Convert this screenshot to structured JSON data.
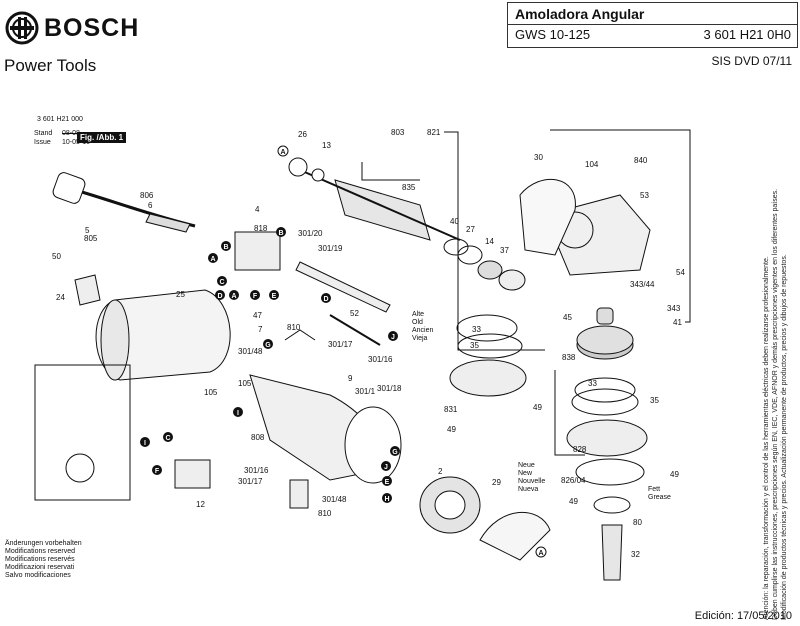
{
  "brand": "BOSCH",
  "subtitle": "Power Tools",
  "title_block": {
    "product_name": "Amoladora Angular",
    "model": "GWS 10-125",
    "part_number": "3 601 H21 0H0"
  },
  "doc_code": "SIS DVD 07/11",
  "drawing_ref": "3 601 H21 000",
  "stand": "Stand",
  "issue": "Issue",
  "stand_date_old": "08-08",
  "issue_date": "10-05-10",
  "figure_label": "Fig. /Abb. 1",
  "modifications": [
    "Änderungen vorbehalten",
    "Modifications reserved",
    "Modifications reservés",
    "Modificazioni reservati",
    "Salvo modificaciones"
  ],
  "alt_labels": [
    "Alte",
    "Old",
    "Ancien",
    "Vieja"
  ],
  "new_labels": [
    "Neue",
    "New",
    "Nouvelle",
    "Nueva"
  ],
  "grease_labels": [
    "Fett",
    "Grease"
  ],
  "edition": "Edición: 17/05/2010",
  "vertical_note_1": "Atención: la reparación, transformación y el control de las herramientas eléctricas deben realizarse profesionalmente.",
  "vertical_note_2": "Deben cumplirse las instrucciones, prescripciones según EN, IEC, VDE, AFNOR y demás prescripciones vigentes en los diferentes países.",
  "vertical_note_3": "Modificación de productos técnicas y precios. Actualización permanente de productos, precios y dibujos de repuestos.",
  "part_numbers": [
    "2",
    "4",
    "5",
    "6",
    "7",
    "9",
    "12",
    "13",
    "14",
    "24",
    "25",
    "26",
    "27",
    "29",
    "30",
    "32",
    "33",
    "35",
    "37",
    "40",
    "41",
    "45",
    "47",
    "49",
    "50",
    "52",
    "53",
    "54",
    "80",
    "104",
    "105",
    "301/1",
    "301/16",
    "301/17",
    "301/18",
    "301/19",
    "301/20",
    "301/48",
    "343",
    "343/44",
    "803",
    "805",
    "806",
    "808",
    "810",
    "818",
    "821",
    "826/04",
    "828",
    "831",
    "835",
    "838",
    "840"
  ],
  "callouts": [
    "A",
    "B",
    "C",
    "D",
    "E",
    "F",
    "G",
    "H",
    "I",
    "J"
  ],
  "icon_colors": {
    "ink": "#111111",
    "paper": "#ffffff",
    "shade": "#555555"
  }
}
